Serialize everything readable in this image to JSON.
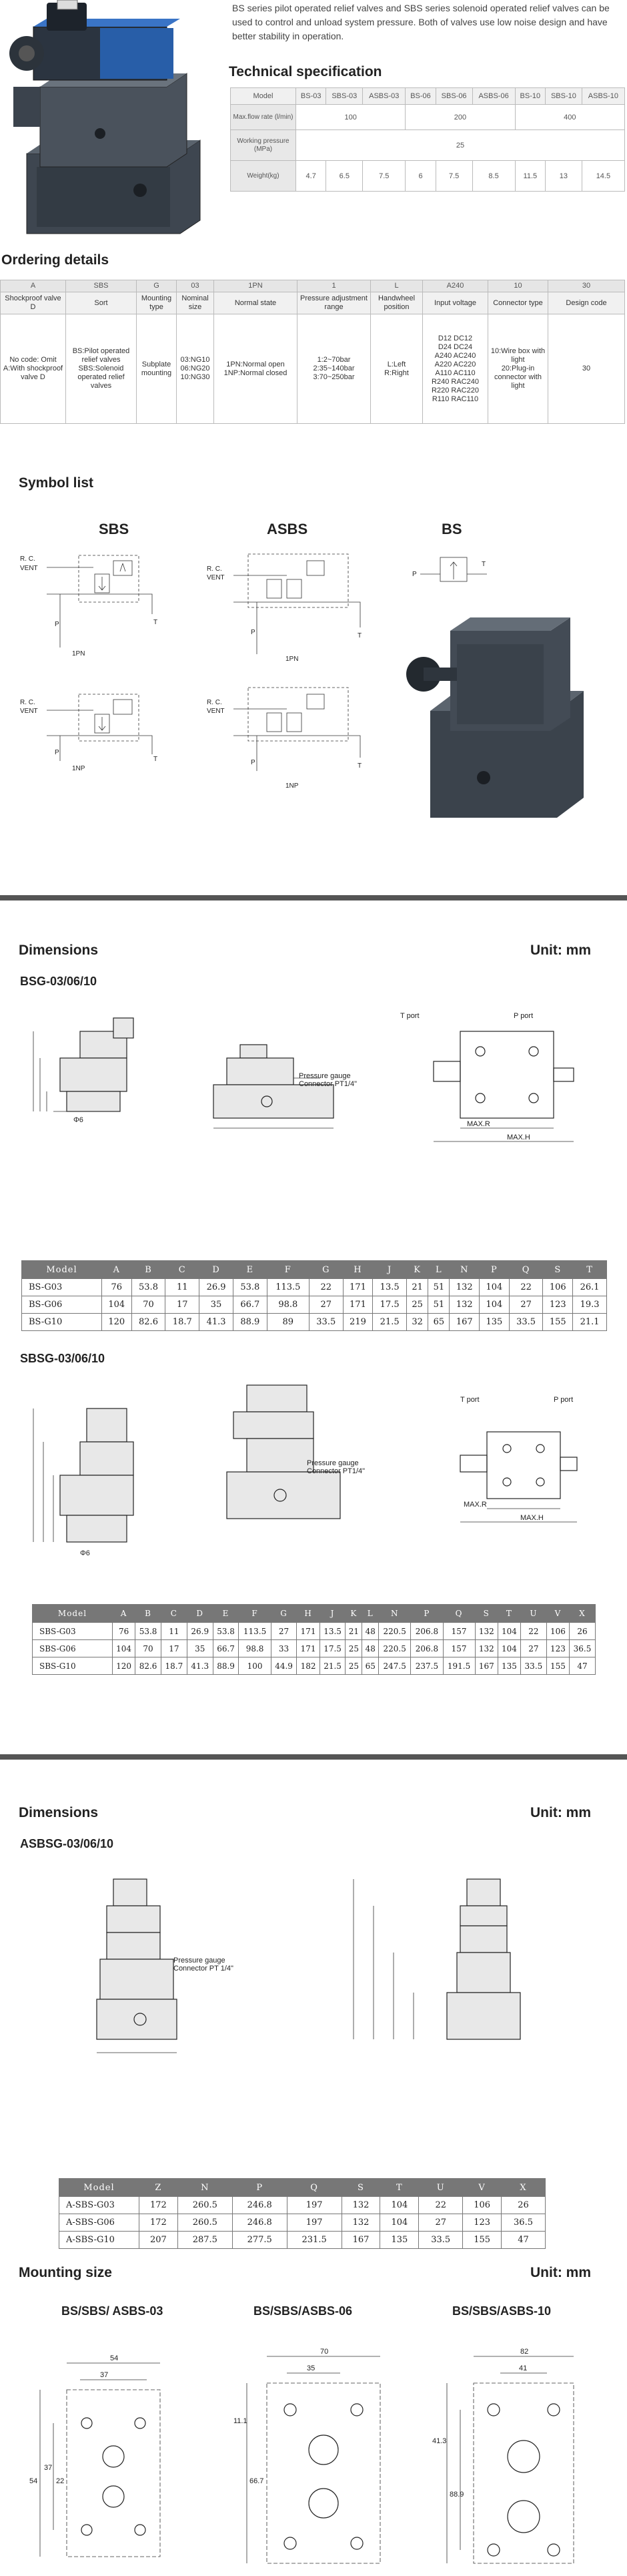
{
  "intro": "BS series pilot operated relief valves and SBS series solenoid operated relief valves can be used to control and unload system pressure. Both of valves use low noise design and have better stability in operation.",
  "tech_spec": {
    "title": "Technical specification",
    "header": [
      "Model",
      "BS-03",
      "SBS-03",
      "ASBS-03",
      "BS-06",
      "SBS-06",
      "ASBS-06",
      "BS-10",
      "SBS-10",
      "ASBS-10"
    ],
    "rows": [
      {
        "label": "Max.flow rate (l/min)",
        "cells": [
          "100",
          "200",
          "400"
        ]
      },
      {
        "label": "Working pressure (MPa)",
        "cells": [
          "25"
        ]
      },
      {
        "label": "Weight(kg)",
        "cells": [
          "4.7",
          "6.5",
          "7.5",
          "6",
          "7.5",
          "8.5",
          "11.5",
          "13",
          "14.5"
        ]
      }
    ]
  },
  "ordering": {
    "title": "Ordering details",
    "codes": [
      "A",
      "SBS",
      "G",
      "03",
      "1PN",
      "1",
      "L",
      "A240",
      "10",
      "30"
    ],
    "headers": [
      "Shockproof valve D",
      "Sort",
      "Mounting type",
      "Nominal size",
      "Normal state",
      "Pressure adjustment range",
      "Handwheel position",
      "Input voltage",
      "Connector type",
      "Design code"
    ],
    "values": [
      "No code: Omit\nA:With shockproof valve D",
      "BS:Pilot operated relief valves\nSBS:Solenoid operated relief valves",
      "Subplate mounting",
      "03:NG10\n06:NG20\n10:NG30",
      "1PN:Normal open\n1NP:Normal closed",
      "1:2~70bar\n2:35~140bar\n3:70~250bar",
      "L:Left\nR:Right",
      "D12 DC12\nD24 DC24\nA240 AC240\nA220 AC220\nA110 AC110\nR240 RAC240\nR220 RAC220\nR110 RAC110",
      "10:Wire box with light\n20:Plug-in connector with light",
      "30"
    ]
  },
  "symbols": {
    "title": "Symbol list",
    "labels": {
      "sbs": "SBS",
      "asbs": "ASBS",
      "bs": "BS"
    },
    "state_1pn": "1PN",
    "state_1np": "1NP",
    "rc": "R. C.",
    "vent": "VENT",
    "p": "P",
    "t": "T"
  },
  "dims1": {
    "title": "Dimensions",
    "unit": "Unit: mm",
    "subtitle": "BSG-03/06/10",
    "labels": {
      "t_port": "T port",
      "p_port": "P port",
      "gauge": "Pressure gauge",
      "gauge_conn": "Connector PT1/4\"",
      "max_r": "MAX.R",
      "max_h": "MAX.H",
      "phi6": "Φ6"
    },
    "table": {
      "header": [
        "Model",
        "A",
        "B",
        "C",
        "D",
        "E",
        "F",
        "G",
        "H",
        "J",
        "K",
        "L",
        "N",
        "P",
        "Q",
        "S",
        "T"
      ],
      "rows": [
        [
          "BS-G03",
          "76",
          "53.8",
          "11",
          "26.9",
          "53.8",
          "113.5",
          "22",
          "171",
          "13.5",
          "21",
          "51",
          "132",
          "104",
          "22",
          "106",
          "26.1"
        ],
        [
          "BS-G06",
          "104",
          "70",
          "17",
          "35",
          "66.7",
          "98.8",
          "27",
          "171",
          "17.5",
          "25",
          "51",
          "132",
          "104",
          "27",
          "123",
          "19.3"
        ],
        [
          "BS-G10",
          "120",
          "82.6",
          "18.7",
          "41.3",
          "88.9",
          "89",
          "33.5",
          "219",
          "21.5",
          "32",
          "65",
          "167",
          "135",
          "33.5",
          "155",
          "21.1"
        ]
      ]
    }
  },
  "dims2": {
    "subtitle": "SBSG-03/06/10",
    "table": {
      "header": [
        "Model",
        "A",
        "B",
        "C",
        "D",
        "E",
        "F",
        "G",
        "H",
        "J",
        "K",
        "L",
        "N",
        "P",
        "Q",
        "S",
        "T",
        "U",
        "V",
        "X"
      ],
      "rows": [
        [
          "SBS-G03",
          "76",
          "53.8",
          "11",
          "26.9",
          "53.8",
          "113.5",
          "27",
          "171",
          "13.5",
          "21",
          "48",
          "220.5",
          "206.8",
          "157",
          "132",
          "104",
          "22",
          "106",
          "26"
        ],
        [
          "SBS-G06",
          "104",
          "70",
          "17",
          "35",
          "66.7",
          "98.8",
          "33",
          "171",
          "17.5",
          "25",
          "48",
          "220.5",
          "206.8",
          "157",
          "132",
          "104",
          "27",
          "123",
          "36.5"
        ],
        [
          "SBS-G10",
          "120",
          "82.6",
          "18.7",
          "41.3",
          "88.9",
          "100",
          "44.9",
          "182",
          "21.5",
          "25",
          "65",
          "247.5",
          "237.5",
          "191.5",
          "167",
          "135",
          "33.5",
          "155",
          "47"
        ]
      ]
    }
  },
  "dims3": {
    "title": "Dimensions",
    "unit": "Unit: mm",
    "subtitle": "ASBSG-03/06/10",
    "labels": {
      "gauge": "Pressure gauge",
      "gauge_conn": "Connector PT 1/4\""
    },
    "table": {
      "header": [
        "Model",
        "Z",
        "N",
        "P",
        "Q",
        "S",
        "T",
        "U",
        "V",
        "X"
      ],
      "rows": [
        [
          "A-SBS-G03",
          "172",
          "260.5",
          "246.8",
          "197",
          "132",
          "104",
          "22",
          "106",
          "26"
        ],
        [
          "A-SBS-G06",
          "172",
          "260.5",
          "246.8",
          "197",
          "132",
          "104",
          "27",
          "123",
          "36.5"
        ],
        [
          "A-SBS-G10",
          "207",
          "287.5",
          "277.5",
          "231.5",
          "167",
          "135",
          "33.5",
          "155",
          "47"
        ]
      ]
    }
  },
  "mounting": {
    "title": "Mounting size",
    "unit": "Unit: mm",
    "labels": [
      "BS/SBS/ ASBS-03",
      "BS/SBS/ASBS-06",
      "BS/SBS/ASBS-10"
    ],
    "dims03": {
      "w": "54",
      "w2": "37",
      "h": "54",
      "h2": "37",
      "h3": "22"
    },
    "dims06": {
      "w": "70",
      "w2": "35",
      "h": "11.1",
      "h2": "66.7"
    },
    "dims10": {
      "w": "82",
      "w2": "41",
      "h": "41.3",
      "h2": "88.9"
    }
  }
}
